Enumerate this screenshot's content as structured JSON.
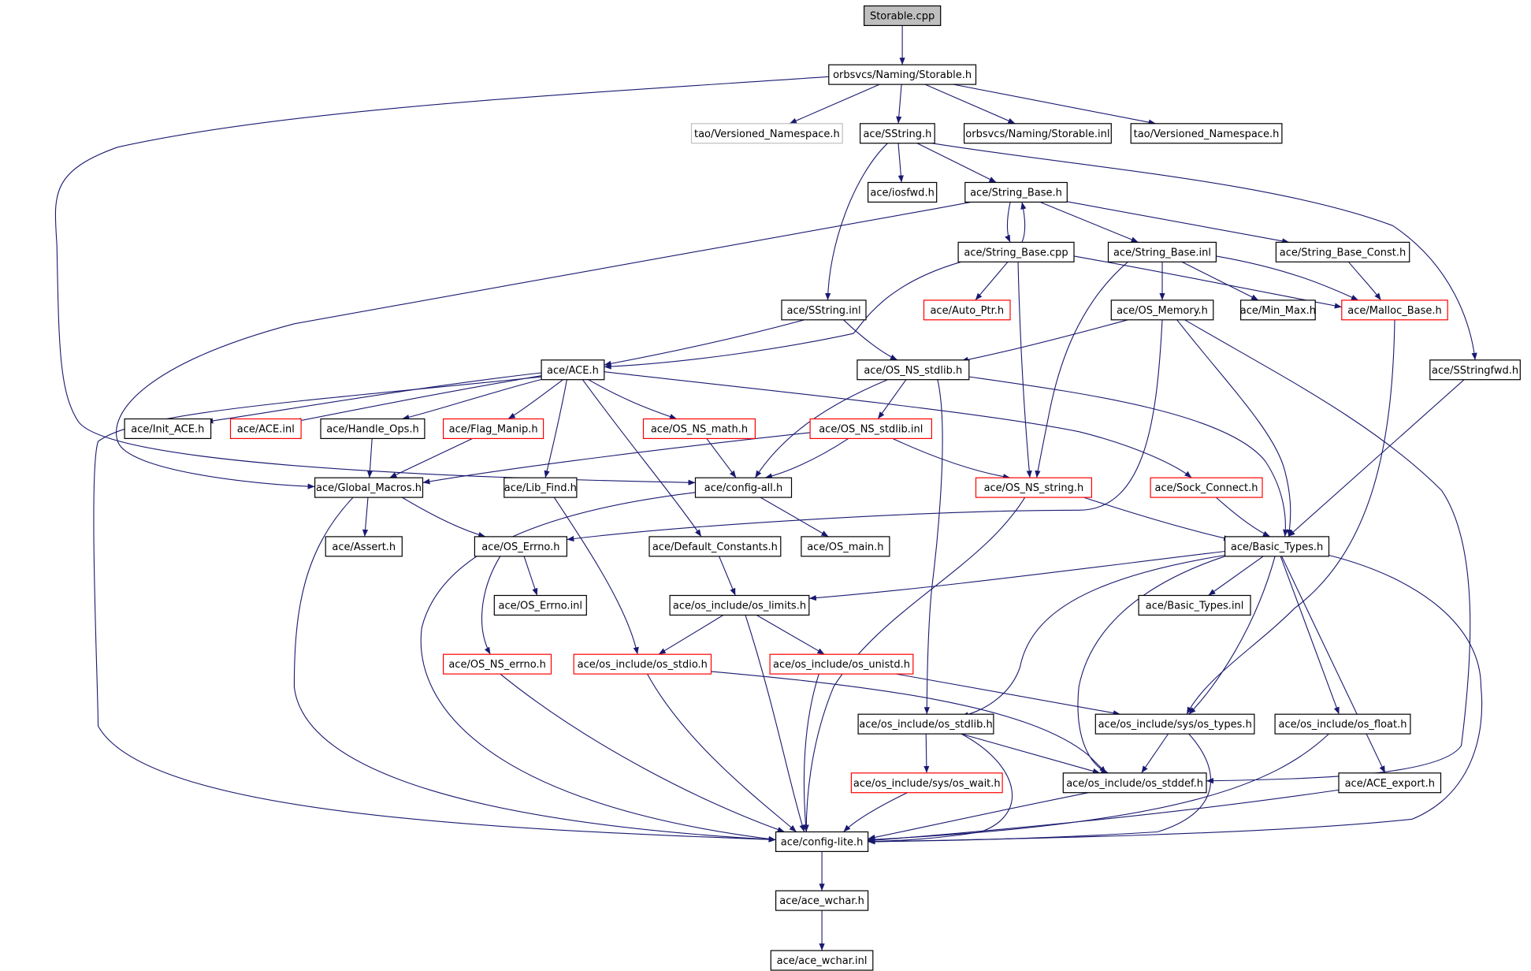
{
  "colors": {
    "edge": "#191970",
    "border_normal": "#000000",
    "border_missing": "#ff0000",
    "border_external": "#bfbfbf",
    "root_fill": "#bfbfbf",
    "node_fill": "#ffffff"
  },
  "nodes": [
    {
      "id": "storable_cpp",
      "label": "Storable.cpp",
      "kind": "root"
    },
    {
      "id": "storable_h",
      "label": "orbsvcs/Naming/Storable.h",
      "kind": "normal"
    },
    {
      "id": "tao_vn_gray",
      "label": "tao/Versioned_Namespace.h",
      "kind": "external"
    },
    {
      "id": "sstring_h",
      "label": "ace/SString.h",
      "kind": "normal"
    },
    {
      "id": "storable_inl",
      "label": "orbsvcs/Naming/Storable.inl",
      "kind": "normal"
    },
    {
      "id": "tao_vn",
      "label": "tao/Versioned_Namespace.h",
      "kind": "normal"
    },
    {
      "id": "iosfwd",
      "label": "ace/iosfwd.h",
      "kind": "normal"
    },
    {
      "id": "string_base_h",
      "label": "ace/String_Base.h",
      "kind": "normal"
    },
    {
      "id": "string_base_cpp",
      "label": "ace/String_Base.cpp",
      "kind": "normal"
    },
    {
      "id": "string_base_inl",
      "label": "ace/String_Base.inl",
      "kind": "normal"
    },
    {
      "id": "string_base_const",
      "label": "ace/String_Base_Const.h",
      "kind": "normal"
    },
    {
      "id": "sstring_inl",
      "label": "ace/SString.inl",
      "kind": "normal"
    },
    {
      "id": "auto_ptr",
      "label": "ace/Auto_Ptr.h",
      "kind": "missing"
    },
    {
      "id": "os_memory",
      "label": "ace/OS_Memory.h",
      "kind": "normal"
    },
    {
      "id": "min_max",
      "label": "ace/Min_Max.h",
      "kind": "normal"
    },
    {
      "id": "malloc_base",
      "label": "ace/Malloc_Base.h",
      "kind": "missing"
    },
    {
      "id": "ace_h",
      "label": "ace/ACE.h",
      "kind": "normal"
    },
    {
      "id": "os_ns_stdlib_h",
      "label": "ace/OS_NS_stdlib.h",
      "kind": "normal"
    },
    {
      "id": "sstringfwd",
      "label": "ace/SStringfwd.h",
      "kind": "normal"
    },
    {
      "id": "init_ace",
      "label": "ace/Init_ACE.h",
      "kind": "normal"
    },
    {
      "id": "ace_inl",
      "label": "ace/ACE.inl",
      "kind": "missing"
    },
    {
      "id": "handle_ops",
      "label": "ace/Handle_Ops.h",
      "kind": "normal"
    },
    {
      "id": "flag_manip",
      "label": "ace/Flag_Manip.h",
      "kind": "missing"
    },
    {
      "id": "os_ns_math",
      "label": "ace/OS_NS_math.h",
      "kind": "missing"
    },
    {
      "id": "os_ns_stdlib_inl",
      "label": "ace/OS_NS_stdlib.inl",
      "kind": "missing"
    },
    {
      "id": "global_macros",
      "label": "ace/Global_Macros.h",
      "kind": "normal"
    },
    {
      "id": "lib_find",
      "label": "ace/Lib_Find.h",
      "kind": "normal"
    },
    {
      "id": "config_all",
      "label": "ace/config-all.h",
      "kind": "normal"
    },
    {
      "id": "os_ns_string",
      "label": "ace/OS_NS_string.h",
      "kind": "missing"
    },
    {
      "id": "sock_connect",
      "label": "ace/Sock_Connect.h",
      "kind": "missing"
    },
    {
      "id": "assert_h",
      "label": "ace/Assert.h",
      "kind": "normal"
    },
    {
      "id": "os_errno_h",
      "label": "ace/OS_Errno.h",
      "kind": "normal"
    },
    {
      "id": "default_constants",
      "label": "ace/Default_Constants.h",
      "kind": "normal"
    },
    {
      "id": "os_main",
      "label": "ace/OS_main.h",
      "kind": "normal"
    },
    {
      "id": "basic_types_h",
      "label": "ace/Basic_Types.h",
      "kind": "normal"
    },
    {
      "id": "os_errno_inl",
      "label": "ace/OS_Errno.inl",
      "kind": "normal"
    },
    {
      "id": "os_limits",
      "label": "ace/os_include/os_limits.h",
      "kind": "normal"
    },
    {
      "id": "basic_types_inl",
      "label": "ace/Basic_Types.inl",
      "kind": "normal"
    },
    {
      "id": "os_ns_errno",
      "label": "ace/OS_NS_errno.h",
      "kind": "missing"
    },
    {
      "id": "os_stdio",
      "label": "ace/os_include/os_stdio.h",
      "kind": "missing"
    },
    {
      "id": "os_unistd",
      "label": "ace/os_include/os_unistd.h",
      "kind": "missing"
    },
    {
      "id": "os_stdlib_inc",
      "label": "ace/os_include/os_stdlib.h",
      "kind": "normal"
    },
    {
      "id": "os_types",
      "label": "ace/os_include/sys/os_types.h",
      "kind": "normal"
    },
    {
      "id": "os_float",
      "label": "ace/os_include/os_float.h",
      "kind": "normal"
    },
    {
      "id": "os_wait",
      "label": "ace/os_include/sys/os_wait.h",
      "kind": "missing"
    },
    {
      "id": "os_stddef",
      "label": "ace/os_include/os_stddef.h",
      "kind": "normal"
    },
    {
      "id": "ace_export",
      "label": "ace/ACE_export.h",
      "kind": "normal"
    },
    {
      "id": "config_lite",
      "label": "ace/config-lite.h",
      "kind": "normal"
    },
    {
      "id": "ace_wchar_h",
      "label": "ace/ace_wchar.h",
      "kind": "normal"
    },
    {
      "id": "ace_wchar_inl",
      "label": "ace/ace_wchar.inl",
      "kind": "normal"
    }
  ],
  "edges": [
    [
      "storable_cpp",
      "storable_h"
    ],
    [
      "storable_h",
      "tao_vn_gray"
    ],
    [
      "storable_h",
      "sstring_h"
    ],
    [
      "storable_h",
      "storable_inl"
    ],
    [
      "storable_h",
      "tao_vn"
    ],
    [
      "storable_h",
      "config_all"
    ],
    [
      "sstring_h",
      "iosfwd"
    ],
    [
      "sstring_h",
      "string_base_h"
    ],
    [
      "sstring_h",
      "sstring_inl"
    ],
    [
      "sstring_h",
      "sstringfwd"
    ],
    [
      "string_base_h",
      "string_base_cpp"
    ],
    [
      "string_base_cpp",
      "string_base_h"
    ],
    [
      "string_base_h",
      "string_base_inl"
    ],
    [
      "string_base_h",
      "string_base_const"
    ],
    [
      "string_base_h",
      "global_macros"
    ],
    [
      "string_base_cpp",
      "auto_ptr"
    ],
    [
      "string_base_cpp",
      "malloc_base"
    ],
    [
      "string_base_cpp",
      "ace_h"
    ],
    [
      "string_base_cpp",
      "os_ns_string"
    ],
    [
      "string_base_inl",
      "os_memory"
    ],
    [
      "string_base_inl",
      "min_max"
    ],
    [
      "string_base_inl",
      "malloc_base"
    ],
    [
      "string_base_inl",
      "os_ns_string"
    ],
    [
      "string_base_const",
      "malloc_base"
    ],
    [
      "sstring_inl",
      "ace_h"
    ],
    [
      "sstring_inl",
      "os_ns_stdlib_h"
    ],
    [
      "os_memory",
      "os_ns_stdlib_h"
    ],
    [
      "os_memory",
      "os_errno_h"
    ],
    [
      "os_memory",
      "basic_types_h"
    ],
    [
      "os_memory",
      "os_stddef"
    ],
    [
      "malloc_base",
      "os_types"
    ],
    [
      "sstringfwd",
      "basic_types_h"
    ],
    [
      "ace_h",
      "init_ace"
    ],
    [
      "ace_h",
      "ace_inl"
    ],
    [
      "ace_h",
      "handle_ops"
    ],
    [
      "ace_h",
      "flag_manip"
    ],
    [
      "ace_h",
      "os_ns_math"
    ],
    [
      "ace_h",
      "lib_find"
    ],
    [
      "ace_h",
      "default_constants"
    ],
    [
      "ace_h",
      "sock_connect"
    ],
    [
      "ace_h",
      "config_lite"
    ],
    [
      "os_ns_stdlib_h",
      "os_ns_stdlib_inl"
    ],
    [
      "os_ns_stdlib_h",
      "config_all"
    ],
    [
      "os_ns_stdlib_h",
      "os_stdlib_inc"
    ],
    [
      "os_ns_stdlib_h",
      "basic_types_h"
    ],
    [
      "handle_ops",
      "global_macros"
    ],
    [
      "flag_manip",
      "global_macros"
    ],
    [
      "os_ns_math",
      "config_all"
    ],
    [
      "os_ns_stdlib_inl",
      "global_macros"
    ],
    [
      "os_ns_stdlib_inl",
      "config_all"
    ],
    [
      "os_ns_stdlib_inl",
      "os_ns_string"
    ],
    [
      "global_macros",
      "assert_h"
    ],
    [
      "global_macros",
      "os_errno_h"
    ],
    [
      "global_macros",
      "config_lite"
    ],
    [
      "lib_find",
      "os_stdio"
    ],
    [
      "config_all",
      "os_main"
    ],
    [
      "config_all",
      "config_lite"
    ],
    [
      "os_ns_string",
      "basic_types_h"
    ],
    [
      "os_ns_string",
      "config_lite"
    ],
    [
      "sock_connect",
      "basic_types_h"
    ],
    [
      "os_errno_h",
      "os_errno_inl"
    ],
    [
      "os_errno_h",
      "os_ns_errno"
    ],
    [
      "default_constants",
      "os_limits"
    ],
    [
      "basic_types_h",
      "os_limits"
    ],
    [
      "basic_types_h",
      "basic_types_inl"
    ],
    [
      "basic_types_h",
      "os_stdlib_inc"
    ],
    [
      "basic_types_h",
      "os_types"
    ],
    [
      "basic_types_h",
      "os_float"
    ],
    [
      "basic_types_h",
      "os_stddef"
    ],
    [
      "basic_types_h",
      "ace_export"
    ],
    [
      "basic_types_h",
      "config_lite"
    ],
    [
      "os_limits",
      "os_stdio"
    ],
    [
      "os_limits",
      "os_unistd"
    ],
    [
      "os_limits",
      "config_lite"
    ],
    [
      "os_ns_errno",
      "config_lite"
    ],
    [
      "os_stdio",
      "config_lite"
    ],
    [
      "os_stdio",
      "os_stddef"
    ],
    [
      "os_unistd",
      "config_lite"
    ],
    [
      "os_unistd",
      "os_types"
    ],
    [
      "os_stdlib_inc",
      "os_wait"
    ],
    [
      "os_stdlib_inc",
      "os_stddef"
    ],
    [
      "os_stdlib_inc",
      "config_lite"
    ],
    [
      "os_types",
      "os_stddef"
    ],
    [
      "os_types",
      "config_lite"
    ],
    [
      "os_float",
      "config_lite"
    ],
    [
      "os_wait",
      "config_lite"
    ],
    [
      "os_stddef",
      "config_lite"
    ],
    [
      "ace_export",
      "config_lite"
    ],
    [
      "config_lite",
      "ace_wchar_h"
    ],
    [
      "ace_wchar_h",
      "ace_wchar_inl"
    ]
  ]
}
